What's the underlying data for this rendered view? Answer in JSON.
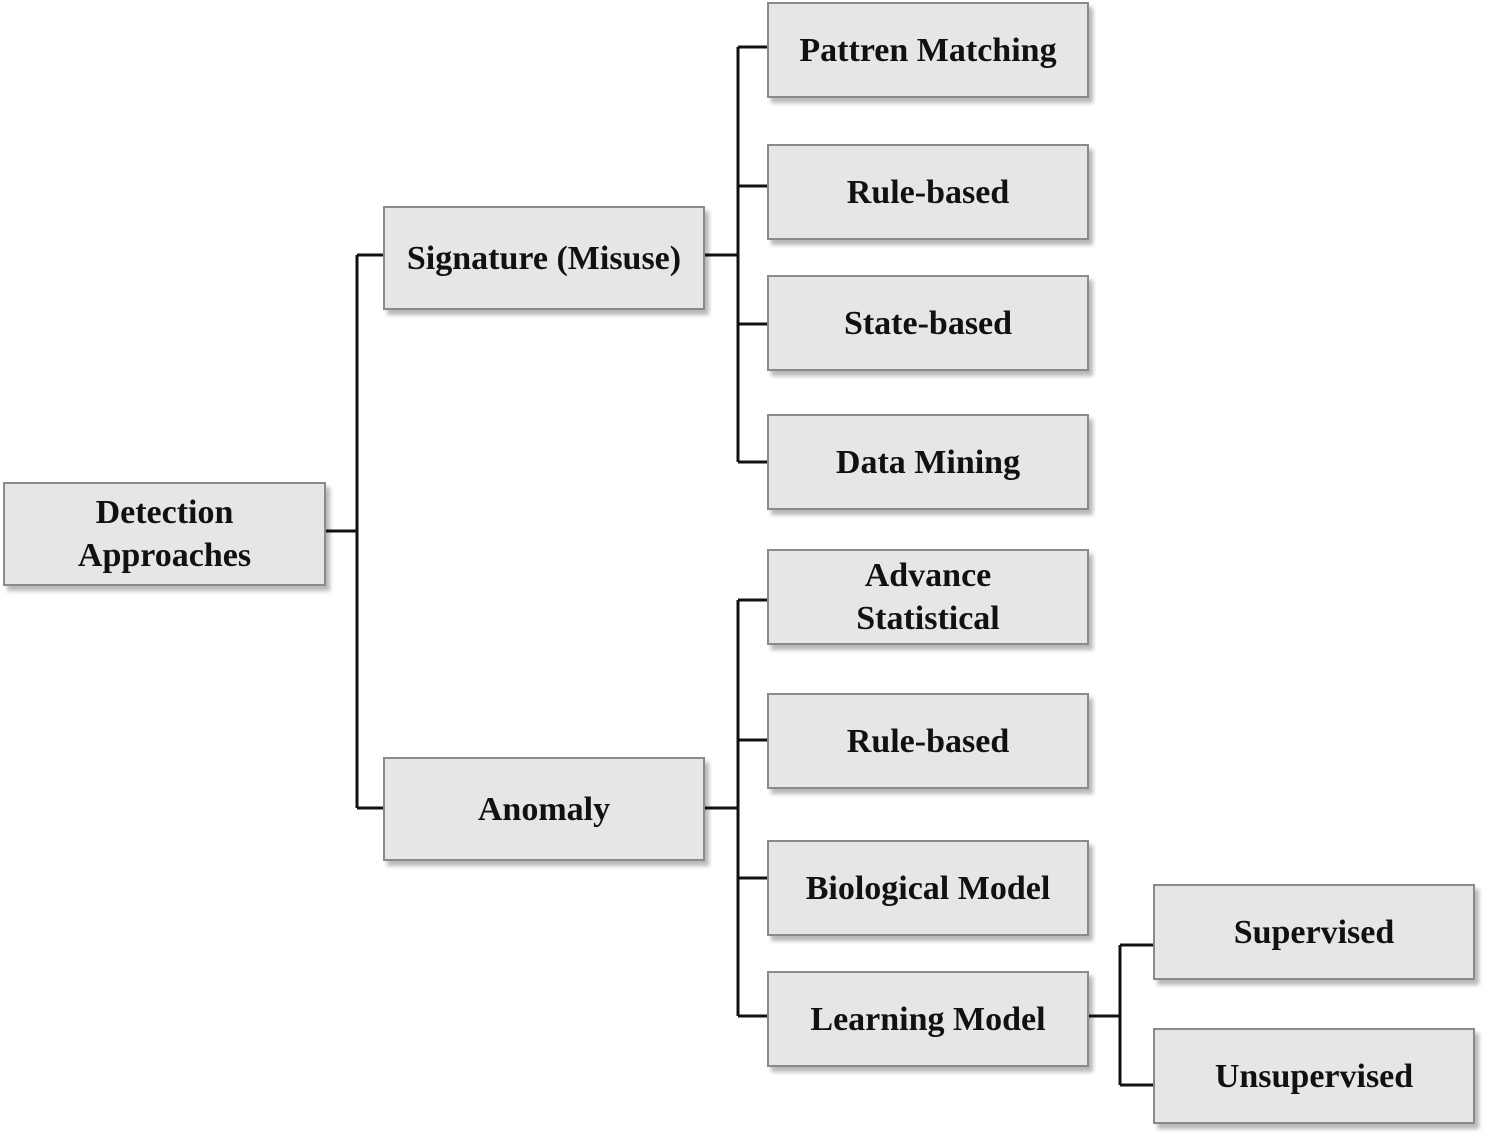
{
  "nodes": {
    "root": {
      "lines": [
        "Detection",
        "Approaches"
      ]
    },
    "signature": {
      "label": "Signature (Misuse)"
    },
    "anomaly": {
      "label": "Anomaly"
    },
    "signature_children": [
      "Pattren Matching",
      "Rule-based",
      "State-based",
      "Data Mining"
    ],
    "anomaly_children": {
      "advance_statistical": [
        "Advance",
        "Statistical"
      ],
      "rule_based": "Rule-based",
      "biological_model": "Biological Model",
      "learning_model": "Learning Model"
    },
    "learning_children": [
      "Supervised",
      "Unsupervised"
    ]
  },
  "colors": {
    "box_fill": "#e6e6e6",
    "box_border": "#8a8a8a",
    "connector": "#111111",
    "text": "#111111"
  }
}
